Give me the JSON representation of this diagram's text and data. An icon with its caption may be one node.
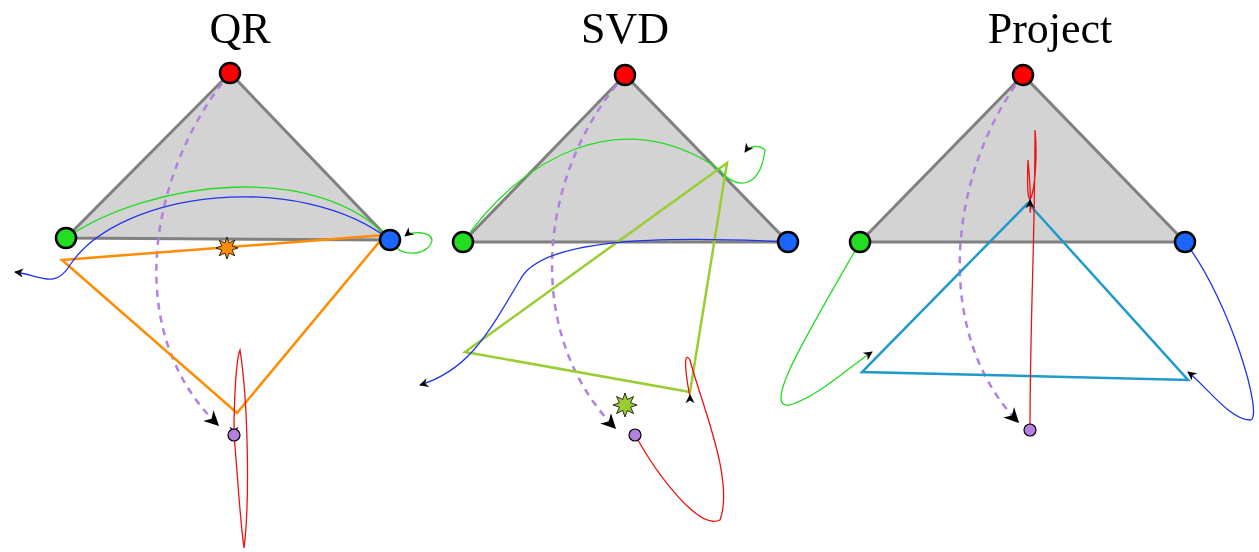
{
  "diagram": {
    "labels": [
      "QR",
      "SVD",
      "Project"
    ]
  }
}
